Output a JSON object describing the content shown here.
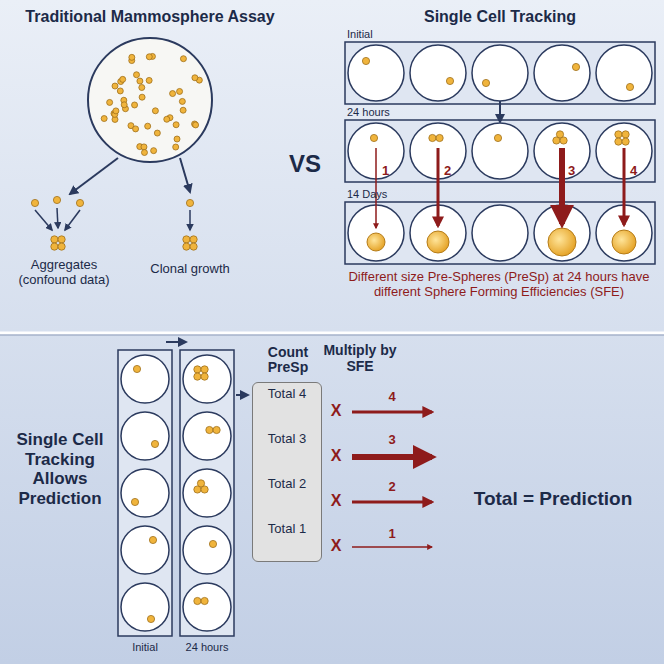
{
  "diagram": {
    "nodes": [
      {
        "text": [
          "Count PreSp",
          "Total 4",
          "Total 3",
          "Total 2",
          "Total 1"
        ]
      }
    ],
    "labels": [
      "Traditional Mammosphere Assay",
      "Aggregates (confound data)",
      "Clonal growth",
      "VS",
      "Single Cell Tracking",
      "Initial",
      "24 hours",
      "14 Days",
      "1",
      "2",
      "3",
      "4",
      "Different size Pre-Spheres (PreSp) at 24 hours have different Sphere Forming Efficiencies (SFE)",
      "Single Cell Tracking Allows Prediction",
      "Initial",
      "24 hours",
      "Multiply by SFE",
      "X",
      "X",
      "X",
      "X",
      "4",
      "3",
      "2",
      "1",
      "Total = Prediction"
    ]
  }
}
